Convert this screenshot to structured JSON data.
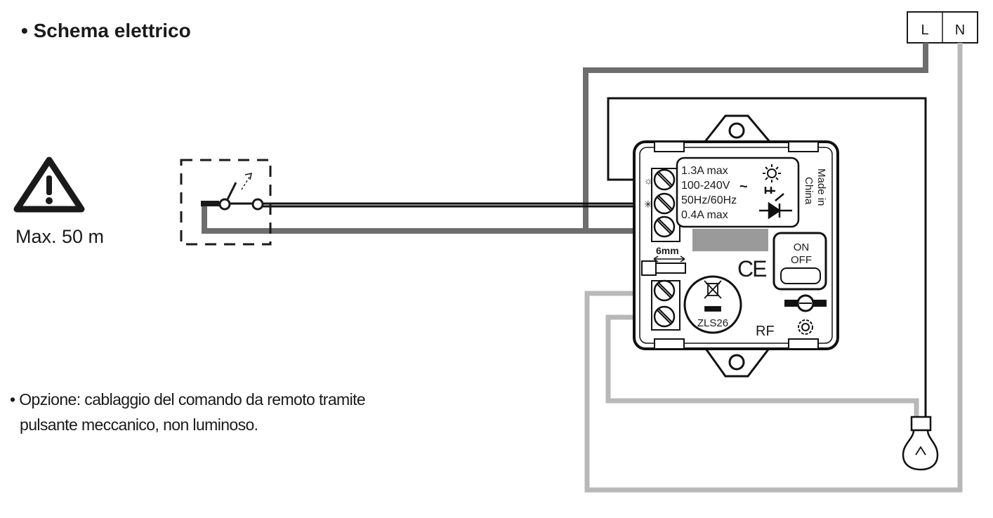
{
  "title": "• Schema elettrico",
  "warning": {
    "distance": "Max. 50 m"
  },
  "note": {
    "line1": "• Opzione: cablaggio del comando da remoto tramite",
    "line2": "pulsante meccanico, non luminoso."
  },
  "supply": {
    "phase": "L",
    "neutral": "N"
  },
  "module": {
    "spec1": "1.3A max",
    "spec2": "100-240V",
    "spec3": "50Hz/60Hz",
    "spec4": "0.4A max",
    "origin1": "Made in",
    "origin2": "China",
    "strip": "6mm",
    "ce": "CE",
    "switch_on": "ON",
    "switch_off": "OFF",
    "model": "ZLS26",
    "rf": "RF"
  },
  "colors": {
    "dark_wire": "#6e6e6e",
    "light_wire": "#b8b8b8",
    "black_wire": "#111111"
  }
}
